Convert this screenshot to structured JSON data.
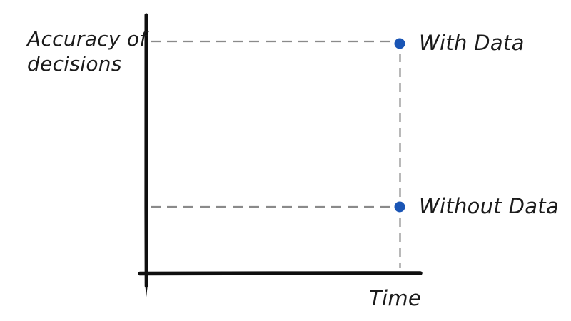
{
  "figure": {
    "y_axis_label_line1": "Accuracy of",
    "y_axis_label_line2": "decisions",
    "x_axis_label": "Time"
  },
  "chart_data": {
    "type": "scatter",
    "title": "",
    "xlabel": "Time",
    "ylabel": "Accuracy of decisions",
    "axis_ticks": "none",
    "grid": false,
    "legend": "none",
    "axis_ranges": {
      "x": [
        0,
        1
      ],
      "y": [
        0,
        1
      ]
    },
    "points": [
      {
        "label": "With Data",
        "x": 0.9,
        "y": 0.89,
        "color": "#1a55b5"
      },
      {
        "label": "Without Data",
        "x": 0.9,
        "y": 0.26,
        "color": "#1a55b5"
      }
    ],
    "annotations": [
      "dashed gray guide line from y-axis to 'With Data' point",
      "dashed gray guide line from y-axis to 'Without Data' point",
      "dashed gray vertical guide line from 'With Data' point down through 'Without Data' point to the x-axis"
    ],
    "style": "hand-drawn sketch, black axes, no tick labels"
  },
  "colors": {
    "axis": "#0f0f0f",
    "dash": "#8a8a8a",
    "point": "#1a55b5",
    "text": "#1b1b1b",
    "background": "#ffffff"
  }
}
